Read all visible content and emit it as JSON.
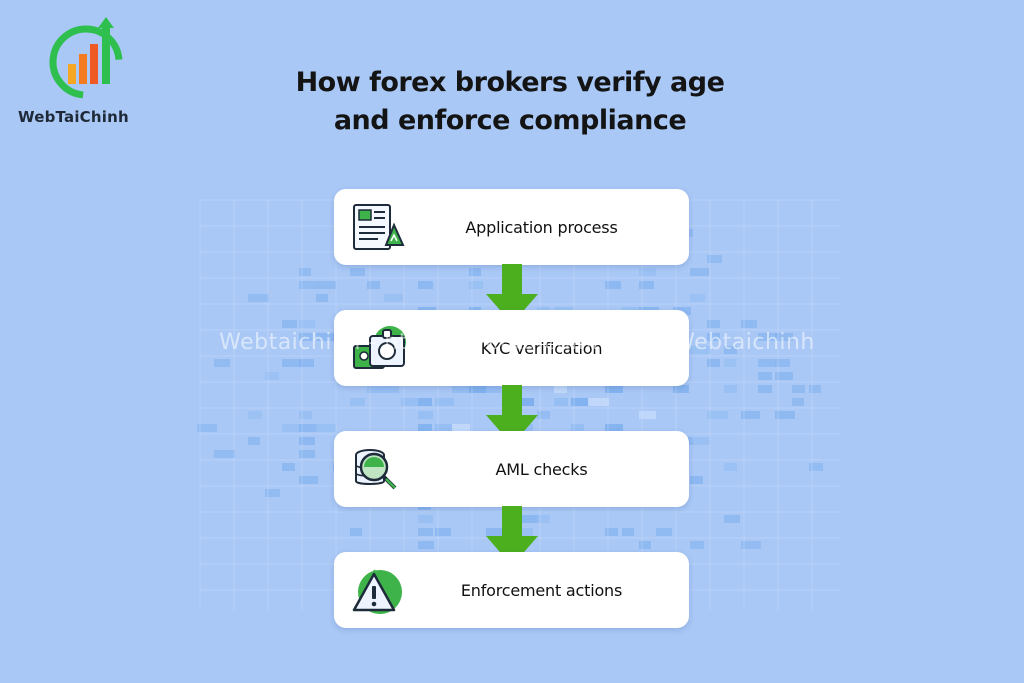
{
  "brand": {
    "name": "WebTaiChinh"
  },
  "title": {
    "line1": "How forex brokers verify age",
    "line2": "and enforce compliance"
  },
  "steps": [
    {
      "label": "Application process",
      "icon": "application-form-icon"
    },
    {
      "label": "KYC verification",
      "icon": "id-camera-icon"
    },
    {
      "label": "AML checks",
      "icon": "magnifier-database-icon"
    },
    {
      "label": "Enforcement actions",
      "icon": "warning-triangle-icon"
    }
  ],
  "watermark": "Webtaichinh - https://webtaichinh.vn/ - Webtaichinh",
  "colors": {
    "background": "#a9c8f6",
    "arrow": "#4caf1e",
    "accent_green": "#3db34a",
    "card": "#ffffff"
  }
}
